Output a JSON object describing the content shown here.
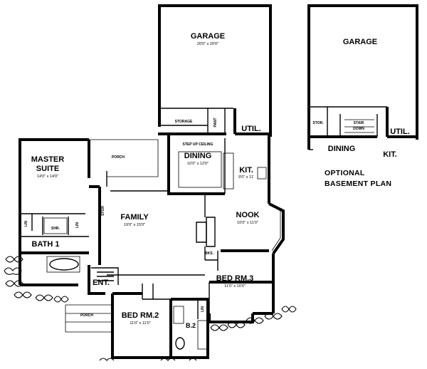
{
  "main_plan": {
    "rooms": {
      "garage": {
        "name": "GARAGE",
        "size": "20'0\" x 20'0\""
      },
      "storage": {
        "name": "STORAGE"
      },
      "pantry": {
        "name": "PANT"
      },
      "utility": {
        "name": "UTIL."
      },
      "dining": {
        "name": "DINING",
        "size": "10'0\" x 12'0\"",
        "note": "STEP UP CEILING"
      },
      "kitchen": {
        "name": "KIT.",
        "size": "9'0\" x 11'"
      },
      "master_suite": {
        "name_line1": "MASTER",
        "name_line2": "SUITE",
        "size": "14'0\" x 14'0\""
      },
      "porch_rear": {
        "name": "PORCH"
      },
      "family": {
        "name": "FAMILY",
        "size": "19'0\" x 15'0\""
      },
      "nook": {
        "name": "NOOK",
        "size": "10'0\" x 11'0\""
      },
      "bath1": {
        "name": "BATH 1"
      },
      "shower": {
        "name": "SHR."
      },
      "linen1": {
        "name": "LIN"
      },
      "linen2": {
        "name": "LIN"
      },
      "linen3": {
        "name": "LIN"
      },
      "storage2": {
        "name": "STOR"
      },
      "bookshelves": {
        "name": "BKS."
      },
      "bed3": {
        "name": "BED RM.3",
        "size": "11'0\" x 10'0\""
      },
      "entry": {
        "name": "ENT."
      },
      "bed2": {
        "name": "BED RM.2",
        "size": "11'0\" x 11'0\""
      },
      "bath2": {
        "name": "B.2"
      },
      "porch_front": {
        "name": "PORCH"
      }
    }
  },
  "basement_plan": {
    "rooms": {
      "garage": {
        "name": "GARAGE"
      },
      "storage": {
        "name": "STOR."
      },
      "stair": {
        "name_line1": "STAIR",
        "name_line2": "DOWN"
      },
      "utility": {
        "name": "UTIL."
      },
      "dining": {
        "name": "DINING"
      },
      "kitchen": {
        "name": "KIT."
      }
    },
    "caption_line1": "OPTIONAL",
    "caption_line2": "BASEMENT PLAN"
  }
}
